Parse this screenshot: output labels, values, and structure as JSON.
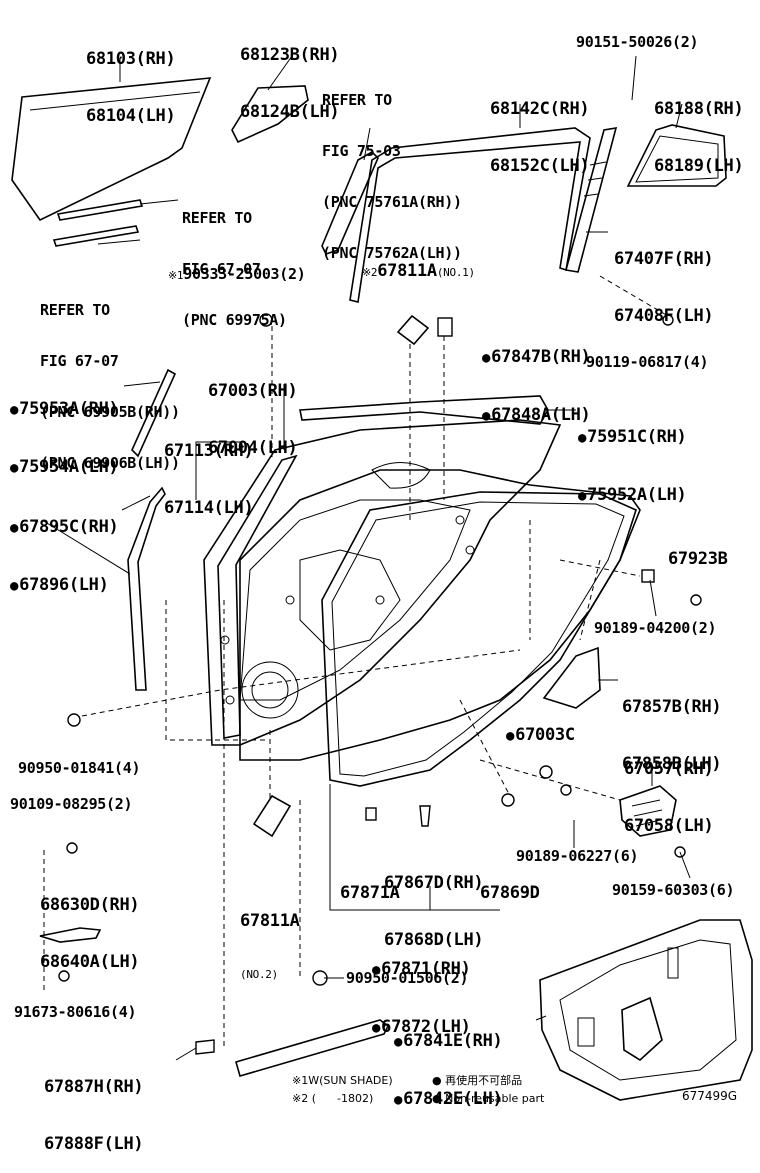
{
  "labels": {
    "glass_main": [
      "68103(RH)",
      "68104(LH)"
    ],
    "glass_quarter": [
      "68123B(RH)",
      "68124B(LH)"
    ],
    "refer_7503": [
      "REFER TO",
      "FIG 75-03",
      "(PNC 75761A(RH))",
      "(PNC 75762A(LH))"
    ],
    "run_channel": [
      "68142C(RH)",
      "68152C(LH)"
    ],
    "screw_top": "90151-50026(2)",
    "quarter_small": [
      "68188(RH)",
      "68189(LH)"
    ],
    "refer_6707a": [
      "REFER TO",
      "FIG 67-07",
      "(PNC 69975A)"
    ],
    "division_bar": [
      "67407F(RH)",
      "67408F(LH)"
    ],
    "refer_6707b": [
      "REFER TO",
      "FIG 67-07",
      "(PNC 69905B(RH))",
      "(PNC 69906B(LH))"
    ],
    "clip_sun": "90333-25003(2)",
    "clip_sun_mark": "※1",
    "seal_no1": "67811A",
    "seal_no1_mark": "※2",
    "seal_no1_sub": "(NO.1)",
    "hinge_cover": [
      "67847B(RH)",
      "67848A(LH)"
    ],
    "bolt_right": "90119-06817(4)",
    "door_panel": [
      "67003(RH)",
      "67004(LH)"
    ],
    "molding_left": [
      "75953A(RH)",
      "75954A(LH)"
    ],
    "molding_top": [
      "75951C(RH)",
      "75952A(LH)"
    ],
    "frame_strip": [
      "67113(RH)",
      "67114(LH)"
    ],
    "weatherstrip_left": [
      "67895C(RH)",
      "67896(LH)"
    ],
    "stopper": "67923B",
    "bolt_stopper": "90189-04200(2)",
    "service_hole_cover": [
      "67857B(RH)",
      "67858B(LH)"
    ],
    "plug_c": "67003C",
    "hinge_assy": [
      "67057(RH)",
      "67058(LH)"
    ],
    "plug_left": "90950-01841(4)",
    "bolt_left": "90109-08295(2)",
    "check_link": [
      "68630D(RH)",
      "68640A(LH)"
    ],
    "seal_no2": "67811A",
    "seal_no2_sub": "(NO.2)",
    "weatherstrip_parts": [
      "67867D(RH)",
      "67868D(LH)"
    ],
    "weatherstrip_a": "67871A",
    "weatherstrip_d": "67869D",
    "weatherstrip_assy": [
      "67871(RH)",
      "67872(LH)"
    ],
    "bolt_mid": "90189-06227(6)",
    "bolt_lower_right": "90159-60303(6)",
    "plug_bottom": "90950-01506(2)",
    "screw_bottom": "91673-80616(4)",
    "trim_board": [
      "67841E(RH)",
      "67842E(LH)"
    ],
    "lower_molding": [
      "67887H(RH)",
      "67888F(LH)"
    ]
  },
  "legend": {
    "note1": "※1W(SUN SHADE)",
    "note2": "※2 (      -1802)",
    "mark1_text": "再使用不可部品",
    "mark2_text": "Non-reusable part"
  },
  "figure_id": "677499G"
}
